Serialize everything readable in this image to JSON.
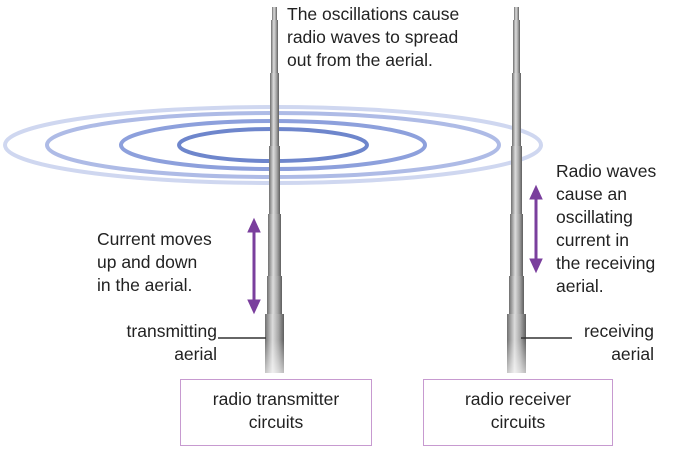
{
  "labels": {
    "oscillations": "The oscillations cause\nradio waves to spread\nout from the aerial.",
    "current_moves": "Current moves\nup and down\nin the aerial.",
    "radio_waves": "Radio waves\ncause an\noscillating\ncurrent in\nthe receiving\naerial.",
    "transmitting_aerial": "transmitting\naerial",
    "receiving_aerial": "receiving\naerial"
  },
  "boxes": {
    "transmitter": "radio transmitter\ncircuits",
    "receiver": "radio receiver\ncircuits"
  },
  "colors": {
    "wave_light": "#c3cdec",
    "wave_dark": "#6e86cc",
    "arrow": "#7a3f9d",
    "box_border": "#c79ad0",
    "aerial_light": "#d8d8d8",
    "aerial_dark": "#7c7c7c"
  }
}
